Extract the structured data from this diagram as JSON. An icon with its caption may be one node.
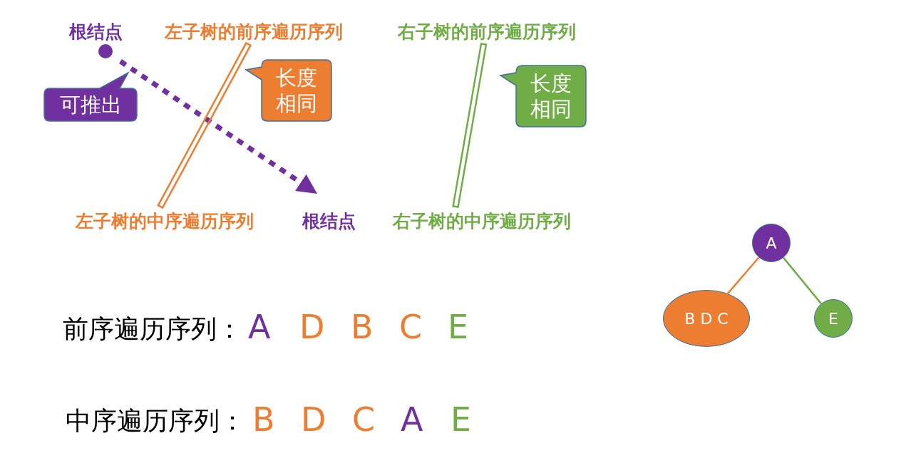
{
  "diagram": {
    "nodes": [
      {
        "text": [
          "根结点"
        ]
      },
      {
        "text": [
          "左子树的前序遍历序列"
        ]
      },
      {
        "text": [
          "右子树的前序遍历序列"
        ]
      },
      {
        "text": [
          "左子树的中序遍历序列"
        ]
      },
      {
        "text": [
          "根结点"
        ]
      },
      {
        "text": [
          "右子树的中序遍历序列"
        ]
      },
      {
        "text": [
          "可推出"
        ]
      },
      {
        "text": [
          "长度相同"
        ]
      },
      {
        "text": [
          "长度相同"
        ]
      },
      {
        "text": [
          "A"
        ]
      },
      {
        "text": [
          "B D C"
        ]
      },
      {
        "text": [
          "E"
        ]
      }
    ],
    "edges": [
      {
        "from": 0,
        "to": 4,
        "arrow": "to",
        "style": "dashed",
        "color": "#7030a0"
      },
      {
        "from": 1,
        "to": 3,
        "arrow": "none",
        "color": "#ed7d31"
      },
      {
        "from": 2,
        "to": 5,
        "arrow": "none",
        "color": "#70ad47"
      },
      {
        "from": 9,
        "to": 10,
        "arrow": "none",
        "color": "#ed7d31"
      },
      {
        "from": 9,
        "to": 11,
        "arrow": "none",
        "color": "#70ad47"
      }
    ],
    "labels": [
      "前序遍历序列：",
      "A",
      "D",
      "B",
      "C",
      "E",
      "中序遍历序列：",
      "B",
      "D",
      "C",
      "A",
      "E"
    ]
  }
}
